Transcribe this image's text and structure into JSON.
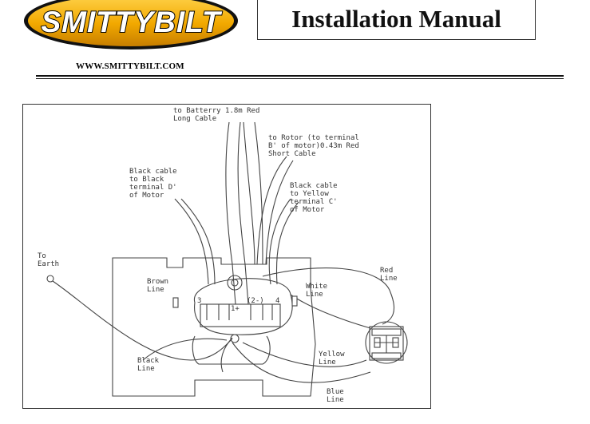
{
  "header": {
    "logo_text": "SMITTYBILT",
    "url": "WWW.SMITTYBILT.COM",
    "title": "Installation Manual"
  },
  "diagram": {
    "labels": {
      "battery_1": "to Batterry 1.8m Red",
      "battery_2": "Long Cable",
      "rotor_1": "to Rotor (to terminal",
      "rotor_2": "B' of motor)0.43m Red",
      "rotor_3": "Short Cable",
      "blackD_1": "Black cable",
      "blackD_2": "to Black",
      "blackD_3": "terminal D'",
      "blackD_4": "of Motor",
      "blackC_1": "Black cable",
      "blackC_2": "to Yellow",
      "blackC_3": "terminal C'",
      "blackC_4": "of Motor",
      "earth_1": "To",
      "earth_2": "Earth",
      "brown_1": "Brown",
      "brown_2": "Line",
      "white_1": "White",
      "white_2": "Line",
      "red_1": "Red",
      "red_2": "Line",
      "black_1": "Black",
      "black_2": "Line",
      "yellow_1": "Yellow",
      "yellow_2": "Line",
      "blue_1": "Blue",
      "blue_2": "Line",
      "term_3": "3",
      "term_4": "4",
      "term_1": "1+",
      "term_2": "(2-)"
    }
  }
}
